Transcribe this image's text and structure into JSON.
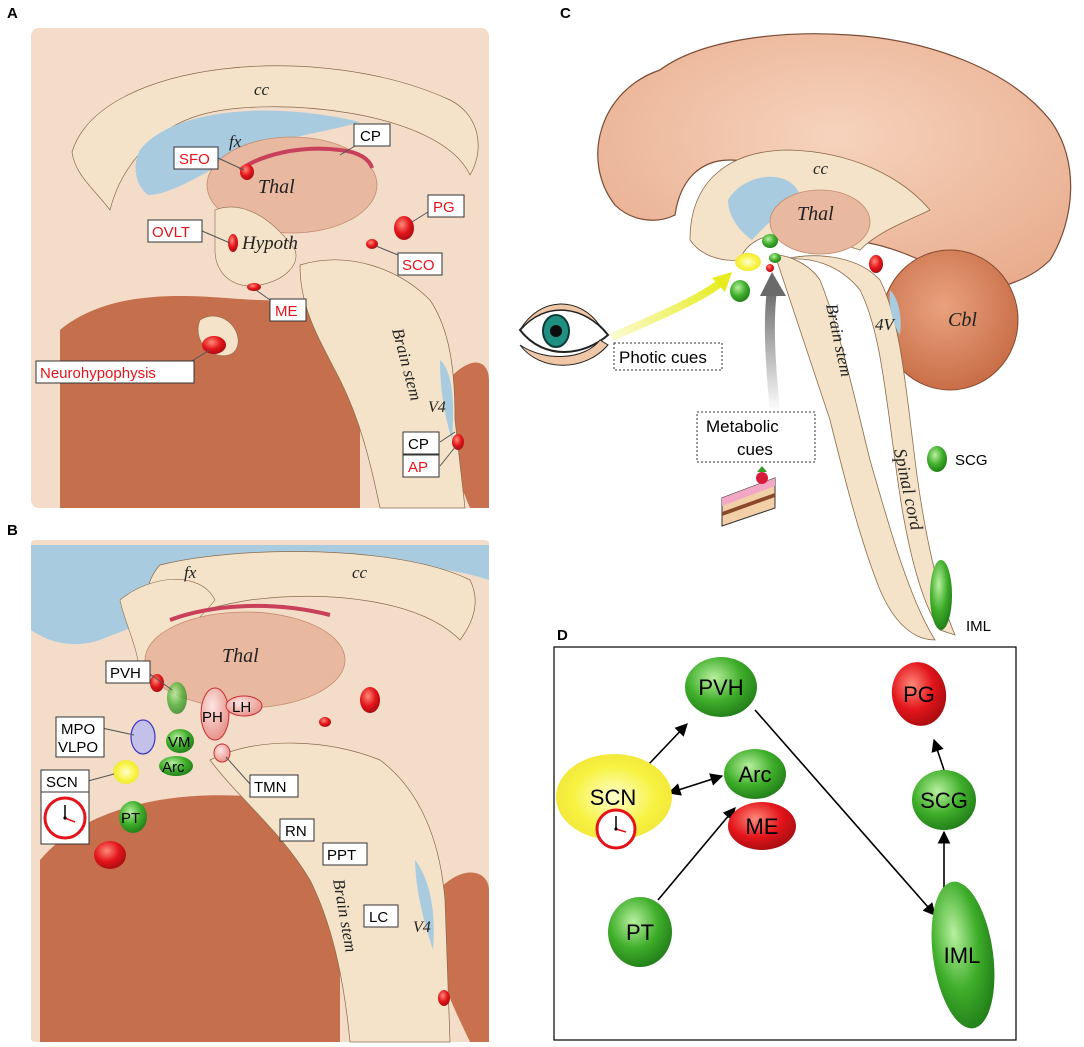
{
  "panels": {
    "A": {
      "letter": "A",
      "structures": {
        "cc": "cc",
        "fx": "fx",
        "thal": "Thal",
        "hypoth": "Hypoth",
        "brain_stem": "Brain stem",
        "v4": "V4"
      },
      "labels": {
        "sfo": "SFO",
        "cp_top": "CP",
        "pg": "PG",
        "ovlt": "OVLT",
        "sco": "SCO",
        "me": "ME",
        "neurohypophysis": "Neurohypophysis",
        "cp_bottom": "CP",
        "ap": "AP"
      }
    },
    "B": {
      "letter": "B",
      "structures": {
        "fx": "fx",
        "cc": "cc",
        "thal": "Thal",
        "brain_stem": "Brain stem",
        "v4": "V4"
      },
      "nuclei": {
        "ph": "PH",
        "lh": "LH",
        "vm": "VM",
        "arc": "Arc",
        "pt": "PT"
      },
      "labels": {
        "pvh": "PVH",
        "mpo": "MPO",
        "vlpo": "VLPO",
        "scn": "SCN",
        "tmn": "TMN",
        "rn": "RN",
        "ppt": "PPT",
        "lc": "LC"
      }
    },
    "C": {
      "letter": "C",
      "structures": {
        "cc": "cc",
        "thal": "Thal",
        "cbl": "Cbl",
        "v4": "4V",
        "brain_stem": "Brain stem",
        "spinal_cord": "Spinal cord"
      },
      "labels": {
        "photic": "Photic cues",
        "metabolic_line1": "Metabolic",
        "metabolic_line2": "cues",
        "scg": "SCG",
        "iml": "IML"
      }
    },
    "D": {
      "letter": "D",
      "nodes": {
        "pvh": "PVH",
        "pg": "PG",
        "arc": "Arc",
        "me": "ME",
        "scn": "SCN",
        "scg": "SCG",
        "pt": "PT",
        "iml": "IML"
      }
    }
  },
  "colors": {
    "red": "#e3151b",
    "green": "#3fae2a",
    "yellow": "#f3ee3c",
    "blue_ventricle": "#a9cbe0",
    "brain_light": "#f4e0c4",
    "brain_mid": "#e9b8a0",
    "brain_dark": "#c9714e"
  }
}
